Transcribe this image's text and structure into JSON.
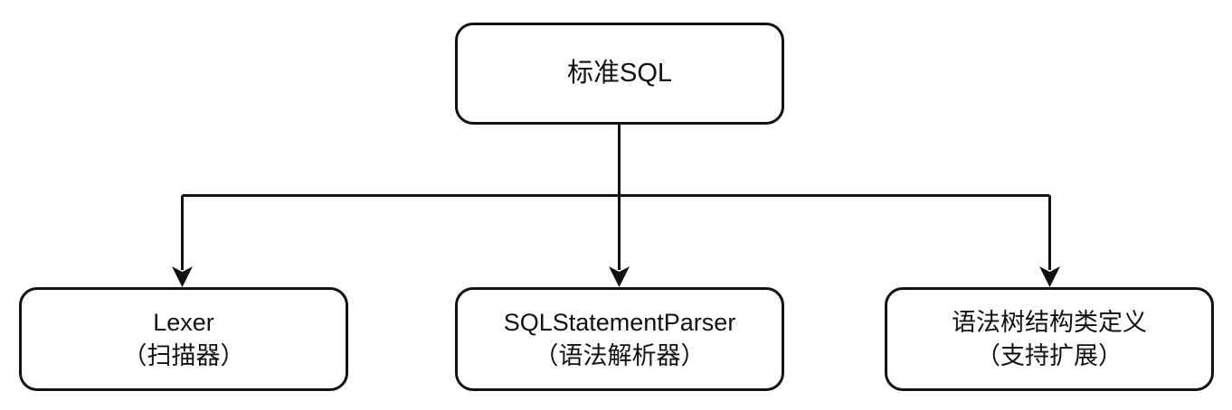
{
  "diagram": {
    "title_node": {
      "id": "root",
      "lines": [
        "标准SQL"
      ]
    },
    "children": [
      {
        "id": "lexer",
        "lines": [
          "Lexer",
          "（扫描器）"
        ]
      },
      {
        "id": "parser",
        "lines": [
          "SQLStatementParser",
          "（语法解析器）"
        ]
      },
      {
        "id": "ast",
        "lines": [
          "语法树结构类定义",
          "（支持扩展）"
        ]
      }
    ],
    "style": {
      "stroke_color": "#111111",
      "fill_color": "#ffffff",
      "background": "#ffffff",
      "stroke_width": "3"
    }
  }
}
